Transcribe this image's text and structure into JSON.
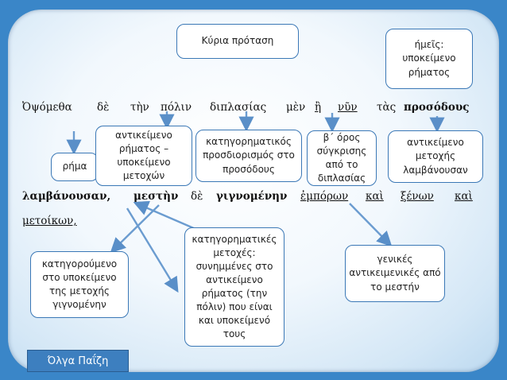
{
  "main_clause_label": "Κύρια πρόταση",
  "note_hmeis": "ήμεῖς: υποκείμενο ρήματος",
  "sentence_line1": [
    {
      "text": "Ὀψόμεθα"
    },
    {
      "text": "δὲ"
    },
    {
      "text": "τὴν"
    },
    {
      "text": "πόλιν"
    },
    {
      "text": "διπλασίας"
    },
    {
      "text": "μὲν"
    },
    {
      "text": "ἢ"
    },
    {
      "text": "νῦν"
    },
    {
      "text": "τὰς"
    },
    {
      "text": "προσόδους"
    }
  ],
  "sentence_line2": [
    {
      "text": "λαμβάνουσαν,"
    },
    {
      "text": "μεστὴν"
    },
    {
      "text": "δὲ"
    },
    {
      "text": "γιγνομένην"
    },
    {
      "text": "ἐμπόρων"
    },
    {
      "text": "καὶ"
    },
    {
      "text": "ξένων"
    },
    {
      "text": "καὶ"
    }
  ],
  "sentence_line3": [
    {
      "text": "μετοίκων,"
    }
  ],
  "boxes": {
    "rima": "ρήμα",
    "antikeimeno_rimatos": "αντικείμενο ρήματος – υποκείμενο μετοχών",
    "kategorimatikos": "κατηγορηματικός προσδιορισμός στο προσόδους",
    "b_oros": "β΄ όρος σύγκρισης από το διπλασίας",
    "antikeimeno_metoxis": "αντικείμενο μετοχής λαμβάνουσαν",
    "kategoroumeno": "κατηγορούμενο στο υποκείμενο της μετοχής γιγνομένην",
    "kategorimatikes_metoxes": "κατηγορηματικές μετοχές: συνημμένες στο αντικείμενο ρήματος (την πόλιν) που είναι και υποκείμενό τους",
    "genikes": "γενικές αντικειμενικές από το μεστήν"
  },
  "author": "Όλγα Παΐζη",
  "colors": {
    "accent": "#3b78b6",
    "background": "#3a86c8",
    "footer": "#3d7fbf"
  }
}
